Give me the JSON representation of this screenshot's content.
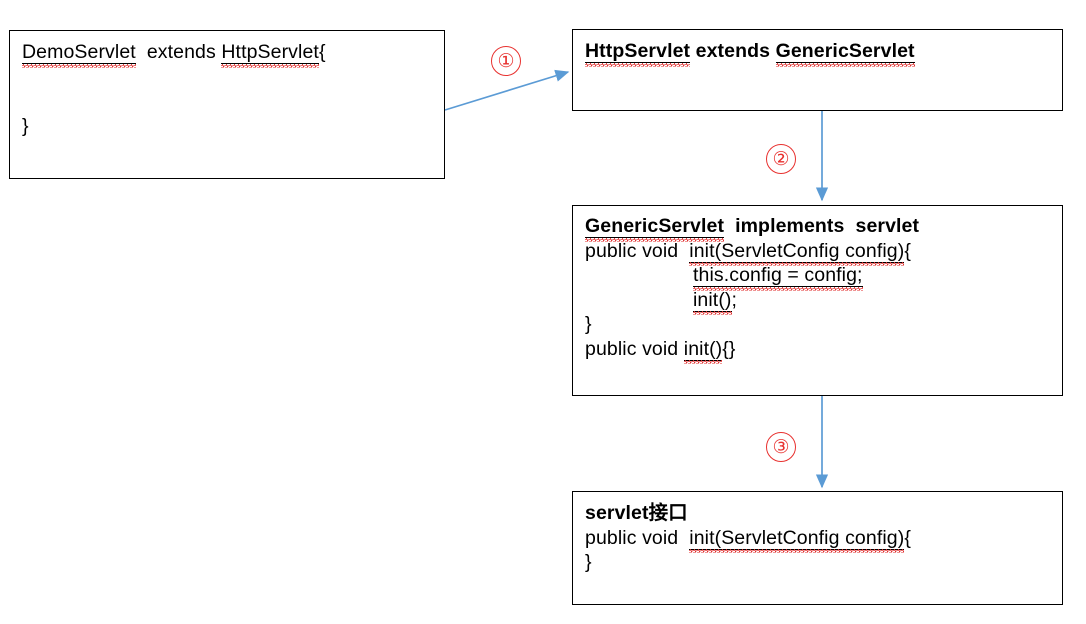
{
  "diagram": {
    "title": "Servlet inheritance chain",
    "accent_arrow_color": "#5b9bd5",
    "marker_color": "#e8312f",
    "box_border_color": "#000000",
    "spellcheck_underline_color": "#e02b2b"
  },
  "boxes": {
    "demo_servlet": {
      "name": "DemoServlet",
      "lines": [
        {
          "segments": [
            {
              "text": "DemoServlet",
              "underline": true,
              "spellcheck": true
            },
            {
              "text": "  extends ",
              "underline": false,
              "spellcheck": false
            },
            {
              "text": "HttpServlet",
              "underline": true,
              "spellcheck": true
            },
            {
              "text": "{",
              "underline": false,
              "spellcheck": false
            }
          ],
          "bold": false,
          "indent": 0
        },
        {
          "segments": [
            {
              "text": " ",
              "underline": false,
              "spellcheck": false
            }
          ],
          "bold": false,
          "indent": 0,
          "blank": true
        },
        {
          "segments": [
            {
              "text": " ",
              "underline": false,
              "spellcheck": false
            }
          ],
          "bold": false,
          "indent": 0,
          "blank": true
        },
        {
          "segments": [
            {
              "text": "}",
              "underline": false,
              "spellcheck": false
            }
          ],
          "bold": false,
          "indent": 0
        }
      ]
    },
    "http_servlet": {
      "name": "HttpServlet",
      "lines": [
        {
          "segments": [
            {
              "text": "HttpServlet",
              "underline": true,
              "spellcheck": true
            },
            {
              "text": " extends ",
              "underline": false,
              "spellcheck": false
            },
            {
              "text": "GenericServlet",
              "underline": true,
              "spellcheck": true
            }
          ],
          "bold": true,
          "indent": 0
        }
      ]
    },
    "generic_servlet": {
      "name": "GenericServlet",
      "lines": [
        {
          "segments": [
            {
              "text": "GenericServlet",
              "underline": true,
              "spellcheck": true
            },
            {
              "text": "  implements  servlet",
              "underline": false,
              "spellcheck": false
            }
          ],
          "bold": true,
          "indent": 0
        },
        {
          "segments": [
            {
              "text": "public void  ",
              "underline": false,
              "spellcheck": false
            },
            {
              "text": "init(ServletConfig config)",
              "underline": true,
              "spellcheck": true
            },
            {
              "text": "{",
              "underline": false,
              "spellcheck": false
            }
          ],
          "bold": false,
          "indent": 0
        },
        {
          "segments": [
            {
              "text": "this.config = config;",
              "underline": true,
              "spellcheck": true
            }
          ],
          "bold": false,
          "indent": 108
        },
        {
          "segments": [
            {
              "text": "init()",
              "underline": true,
              "spellcheck": true
            },
            {
              "text": ";",
              "underline": false,
              "spellcheck": false
            }
          ],
          "bold": false,
          "indent": 108
        },
        {
          "segments": [
            {
              "text": "}",
              "underline": false,
              "spellcheck": false
            }
          ],
          "bold": false,
          "indent": 0
        },
        {
          "segments": [
            {
              "text": "public void ",
              "underline": false,
              "spellcheck": false
            },
            {
              "text": "init()",
              "underline": true,
              "spellcheck": true
            },
            {
              "text": "{}",
              "underline": false,
              "spellcheck": false
            }
          ],
          "bold": false,
          "indent": 0
        }
      ]
    },
    "servlet_interface": {
      "name": "servlet interface",
      "lines": [
        {
          "segments": [
            {
              "text": "servlet接口",
              "underline": false,
              "spellcheck": false
            }
          ],
          "bold": true,
          "indent": 0
        },
        {
          "segments": [
            {
              "text": "public void  ",
              "underline": false,
              "spellcheck": false
            },
            {
              "text": "init(ServletConfig config)",
              "underline": true,
              "spellcheck": true
            },
            {
              "text": "{",
              "underline": false,
              "spellcheck": false
            }
          ],
          "bold": false,
          "indent": 0
        },
        {
          "segments": [
            {
              "text": "}",
              "underline": false,
              "spellcheck": false
            }
          ],
          "bold": false,
          "indent": 0
        }
      ]
    }
  },
  "markers": [
    {
      "label": "①",
      "number": 1,
      "name": "step-marker-1"
    },
    {
      "label": "②",
      "number": 2,
      "name": "step-marker-2"
    },
    {
      "label": "③",
      "number": 3,
      "name": "step-marker-3"
    }
  ],
  "connectors": [
    {
      "name": "arrow-demoservlet-to-httpservlet",
      "from": "demo_servlet",
      "to": "http_servlet",
      "style": "diagonal"
    },
    {
      "name": "arrow-httpservlet-to-genericservlet",
      "from": "http_servlet",
      "to": "generic_servlet",
      "style": "vertical"
    },
    {
      "name": "arrow-genericservlet-to-servlet",
      "from": "generic_servlet",
      "to": "servlet_interface",
      "style": "vertical"
    }
  ]
}
